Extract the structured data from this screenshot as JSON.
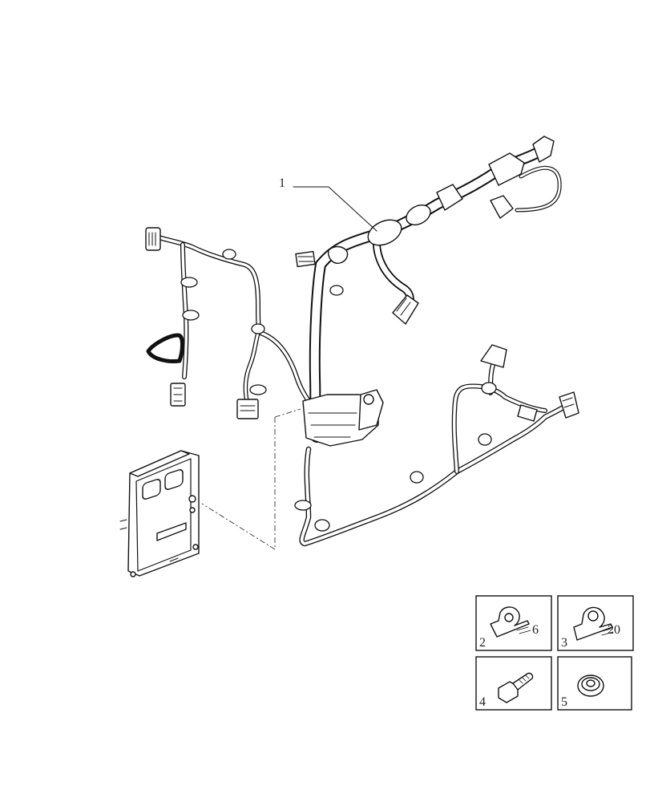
{
  "callouts": {
    "harness": "1",
    "clamp_a": "2",
    "clamp_b": "3",
    "bolt": "4",
    "spacer": "5"
  },
  "dimensions": {
    "clamp_a": "6",
    "clamp_b": "20"
  }
}
